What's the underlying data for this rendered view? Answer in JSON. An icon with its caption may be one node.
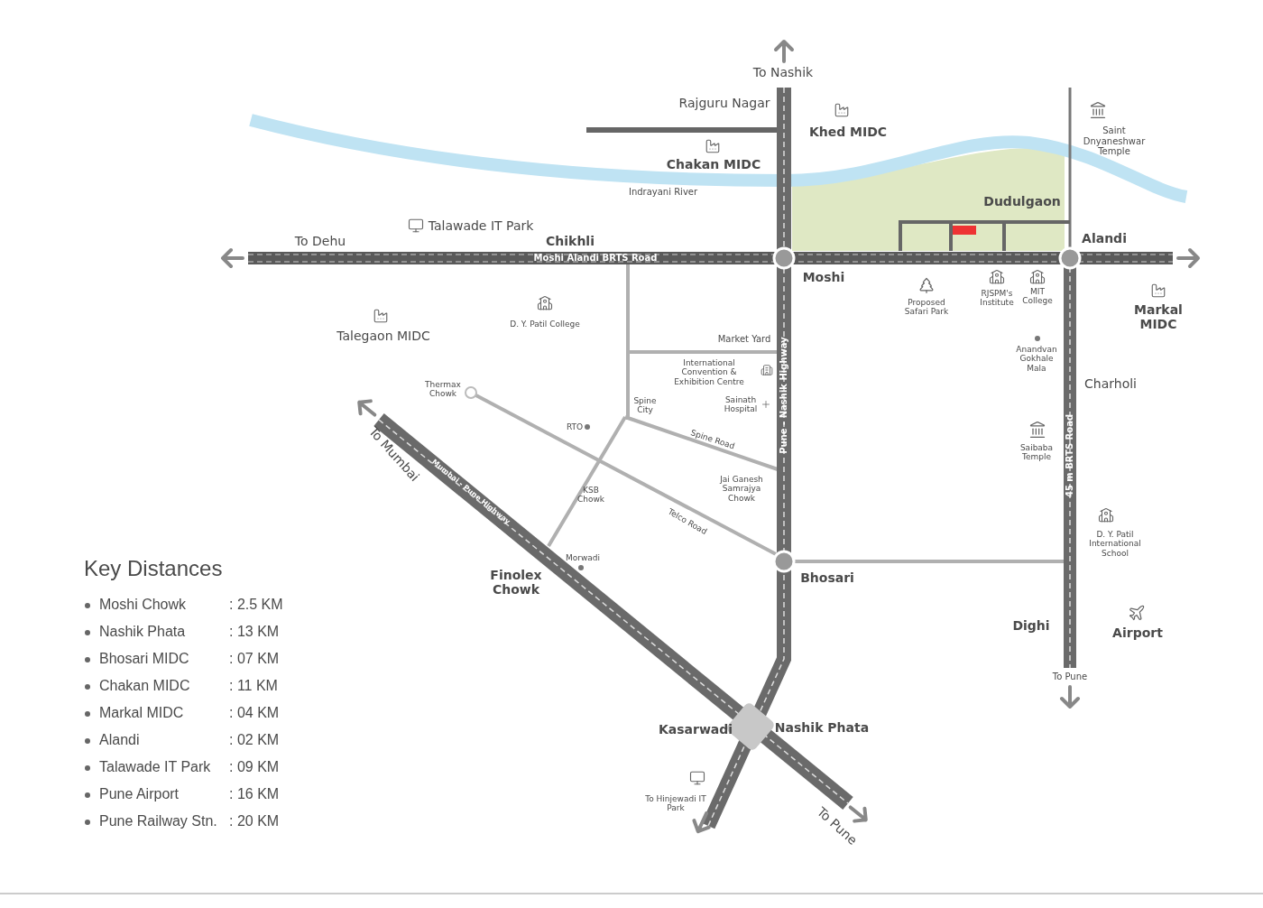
{
  "diagram": {
    "labels": [
      "To Nashik",
      "Rajguru Nagar",
      "Khed MIDC",
      "Saint Dnyaneshwar Temple",
      "Chakan MIDC",
      "Dudulgaon",
      "Indrayani River",
      "Talawade IT Park",
      "To Dehu",
      "Chikhli",
      "Alandi",
      "Moshi Alandi BRTS Road",
      "Moshi",
      "Proposed Safari Park",
      "RJSPM's Institute",
      "MIT College",
      "Markal MIDC",
      "D. Y. Patil College",
      "Talegaon MIDC",
      "Market Yard",
      "Anandvan Gokhale Mala",
      "International Convention & Exhibition Centre",
      "Charholi",
      "Thermax Chowk",
      "Spine City",
      "Sainath Hospital",
      "Pune - Nashik Highway",
      "RTO",
      "Spine Road",
      "To Mumbai",
      "Saibaba Temple",
      "Mumbai - Pune Highway",
      "KSB Chowk",
      "Jai Ganesh Samrajya Chowk",
      "45 m BRTS Road",
      "Telco Road",
      "D. Y. Patil International School",
      "Morwadi",
      "Finolex Chowk",
      "Bhosari",
      "Dighi",
      "Airport",
      "To Pune",
      "Kasarwadi",
      "Nashik Phata",
      "To Hinjewadi IT Park",
      "To Pune",
      "Key Distances",
      "Moshi Chowk",
      ": 2.5 KM",
      "Nashik Phata",
      ": 13 KM",
      "Bhosari MIDC",
      ": 07 KM",
      "Chakan MIDC",
      ": 11 KM",
      "Markal MIDC",
      ": 04 KM",
      "Alandi",
      ": 02 KM",
      "Talawade IT Park",
      ": 09 KM",
      "Pune Airport",
      ": 16 KM",
      "Pune Railway Stn.",
      ": 20 KM"
    ]
  }
}
